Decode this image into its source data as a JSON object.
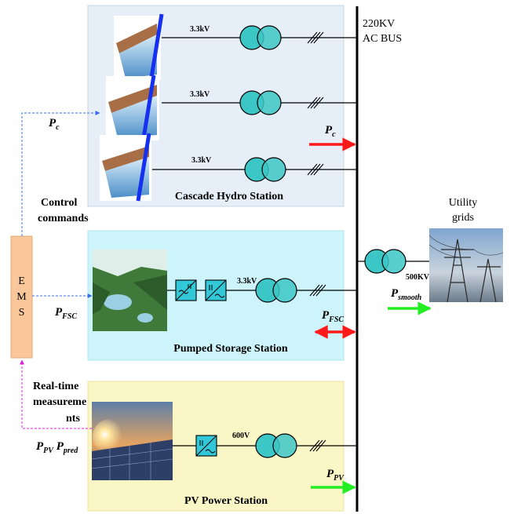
{
  "bus": {
    "line1": "220KV",
    "line2": "AC BUS"
  },
  "hydro": {
    "title": "Cascade Hydro Station",
    "voltages": [
      "3.3kV",
      "3.3kV",
      "3.3kV"
    ],
    "power_label": "P",
    "power_sub": "c"
  },
  "pumped": {
    "title": "Pumped Storage Station",
    "voltage": "3.3kV",
    "power_label": "P",
    "power_sub": "FSC"
  },
  "pv": {
    "title": "PV Power Station",
    "voltage": "600V",
    "power_label": "P",
    "power_sub": "PV"
  },
  "ems": {
    "letters": [
      "E",
      "M",
      "S"
    ]
  },
  "control": {
    "line1": "Control",
    "line2": "commands",
    "pc_label": "P",
    "pc_sub": "c",
    "pfsc_label": "P",
    "pfsc_sub": "FSC"
  },
  "measure": {
    "line1": "Real-time",
    "line2": "measureme",
    "line3": "nts",
    "ppv_label": "P",
    "ppv_sub": "PV",
    "ppred_label": "P",
    "ppred_sub": "pred"
  },
  "grid": {
    "line1": "Utility",
    "line2": "grids",
    "voltage": "500KV",
    "psmooth_label": "P",
    "psmooth_sub": "smooth"
  },
  "colors": {
    "hydro_bg": "#e6eef8",
    "pumped_bg": "#cdf4fb",
    "pv_bg": "#fbf6c6",
    "ems": "#f9c79a",
    "transformer": "#3cc6c6",
    "converter": "#33c8d8",
    "arrow_red": "#ff1a1a",
    "arrow_green": "#22ee22",
    "ctrl_blue": "#3b6cf0",
    "meas_magenta": "#e020e0",
    "dam_blue": "#1530ee"
  },
  "icons": [
    "transformer-icon",
    "converter-icon",
    "dam-icon",
    "forest-icon",
    "solar-panel-icon",
    "pylon-icon"
  ]
}
